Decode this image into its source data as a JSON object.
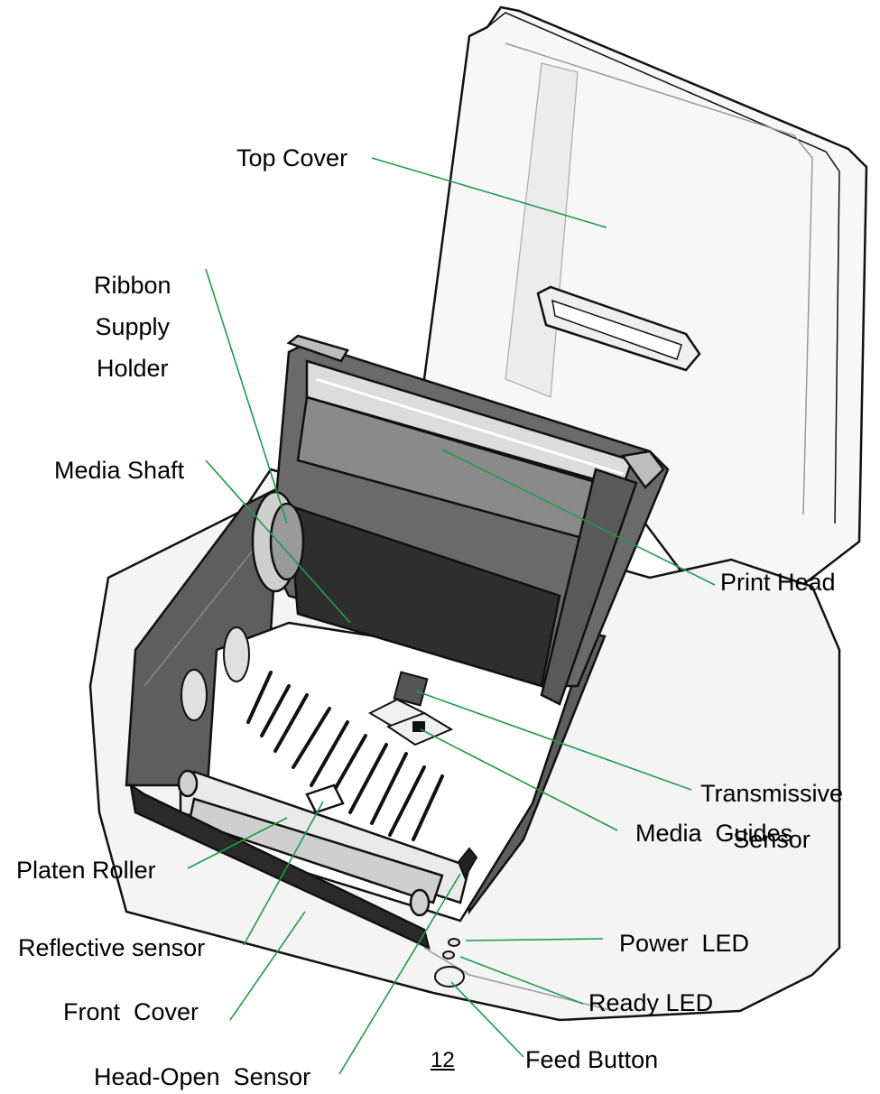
{
  "colors": {
    "leader": "#1e9b4a",
    "outline": "#111111",
    "dark_plastic": "#5b5b5b",
    "body_fill": "#f5f5f5"
  },
  "labels": {
    "top_cover": "Top Cover",
    "ribbon_supply_holder": "Ribbon\nSupply\nHolder",
    "media_shaft": "Media Shaft",
    "print_head": "Print Head",
    "transmissive_sensor": "Transmissive\nSensor",
    "media_guides": "Media  Guides",
    "platen_roller": "Platen Roller",
    "reflective_sensor": "Reflective sensor",
    "front_cover": "Front  Cover",
    "power_led": "Power  LED",
    "ready_led": "Ready LED",
    "feed_button": "Feed Button",
    "head_open_sensor": "Head-Open  Sensor"
  },
  "page_number": "12"
}
